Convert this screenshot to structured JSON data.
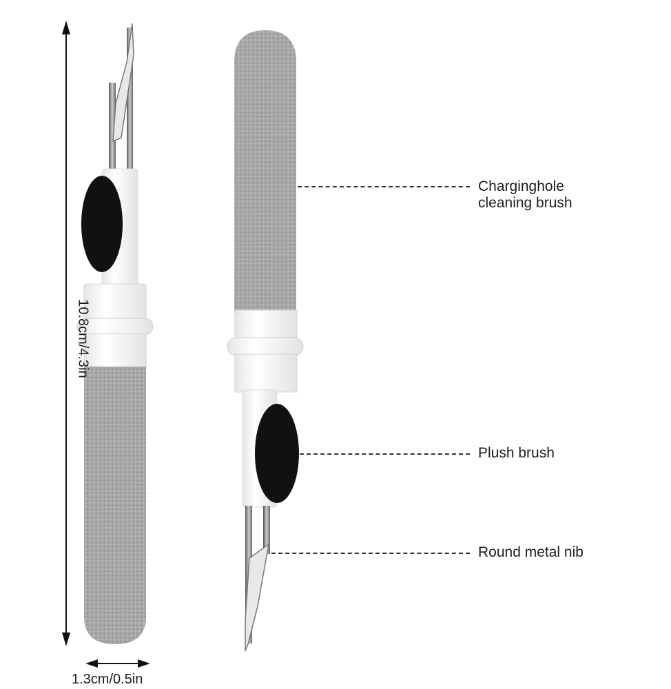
{
  "image": {
    "description": "Product diagram of a 3-in-1 earbud cleaning pen shown in two orientations",
    "colors": {
      "background": "#ffffff",
      "text": "#1e1e1e",
      "flock": "#a9a9a9",
      "plastic_body": "#f4f4f4",
      "plush_brush": "#111111",
      "metal": "#8a8a8a"
    }
  },
  "dimensions": {
    "height_label": "10.8cm/4.3in",
    "width_label": "1.3cm/0.5in"
  },
  "callouts": [
    {
      "id": "charginghole-brush",
      "line1": "Charginghole",
      "line2": "cleaning brush"
    },
    {
      "id": "plush-brush",
      "line1": "Plush brush"
    },
    {
      "id": "metal-nib",
      "line1": "Round metal nib"
    }
  ]
}
